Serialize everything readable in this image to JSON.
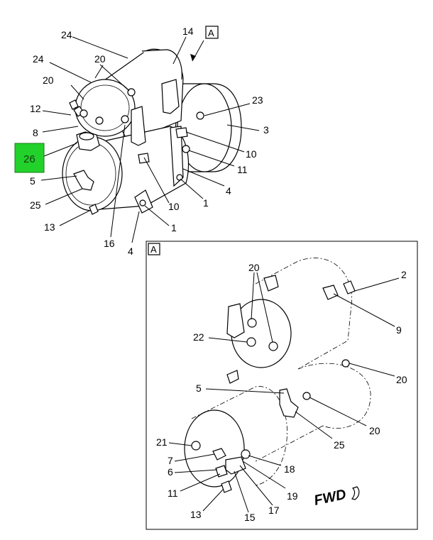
{
  "main_view": {
    "view_tag": "A",
    "callouts": {
      "c24a": "24",
      "c14": "14",
      "c24b": "24",
      "c20a": "20",
      "c20b": "20",
      "c12": "12",
      "c8": "8",
      "c26": "26",
      "c5": "5",
      "c25": "25",
      "c13": "13",
      "c16": "16",
      "c4a": "4",
      "c1a": "1",
      "c10a": "10",
      "c1b": "1",
      "c4b": "4",
      "c11": "11",
      "c10b": "10",
      "c3": "3",
      "c23": "23"
    },
    "highlighted_part": "26",
    "highlight_color": "#22d12a"
  },
  "detail_view": {
    "view_tag": "A",
    "direction_label": "FWD",
    "callouts": {
      "c20a": "20",
      "c2": "2",
      "c9": "9",
      "c22": "22",
      "c20b": "20",
      "c5": "5",
      "c20c": "20",
      "c25": "25",
      "c21": "21",
      "c7": "7",
      "c6": "6",
      "c18": "18",
      "c11": "11",
      "c19": "19",
      "c13": "13",
      "c17": "17",
      "c15": "15"
    }
  }
}
